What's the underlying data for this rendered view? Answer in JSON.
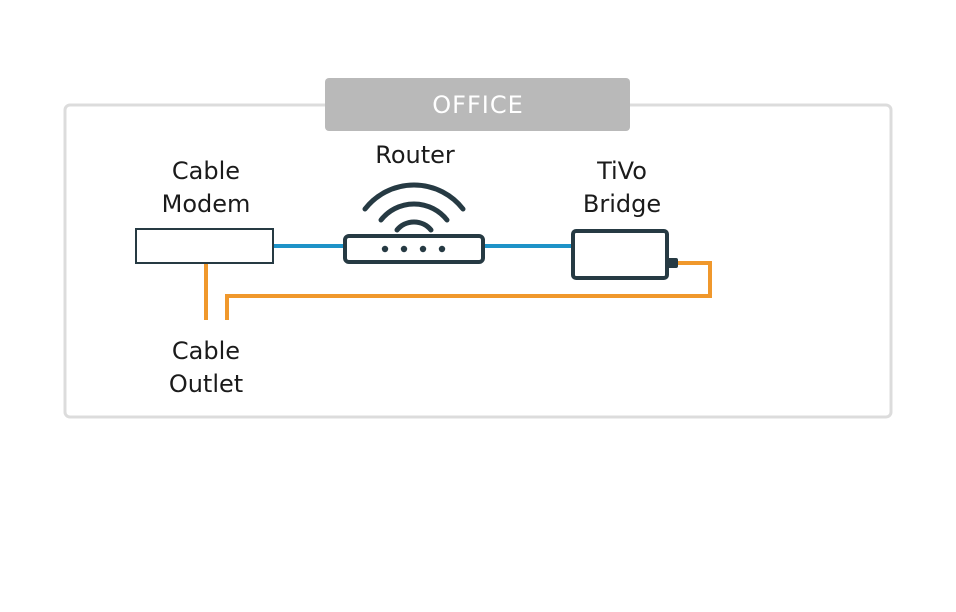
{
  "room": {
    "label": "OFFICE"
  },
  "devices": {
    "cable_modem": {
      "line1": "Cable",
      "line2": "Modem"
    },
    "router": {
      "label": "Router"
    },
    "tivo_bridge": {
      "line1": "TiVo",
      "line2": "Bridge"
    },
    "cable_outlet": {
      "line1": "Cable",
      "line2": "Outlet"
    }
  },
  "colors": {
    "room_border": "#dcdcdc",
    "room_tab": "#b9b9b9",
    "device_stroke": "#263a43",
    "ethernet": "#1e93c8",
    "coax": "#f0982c"
  }
}
